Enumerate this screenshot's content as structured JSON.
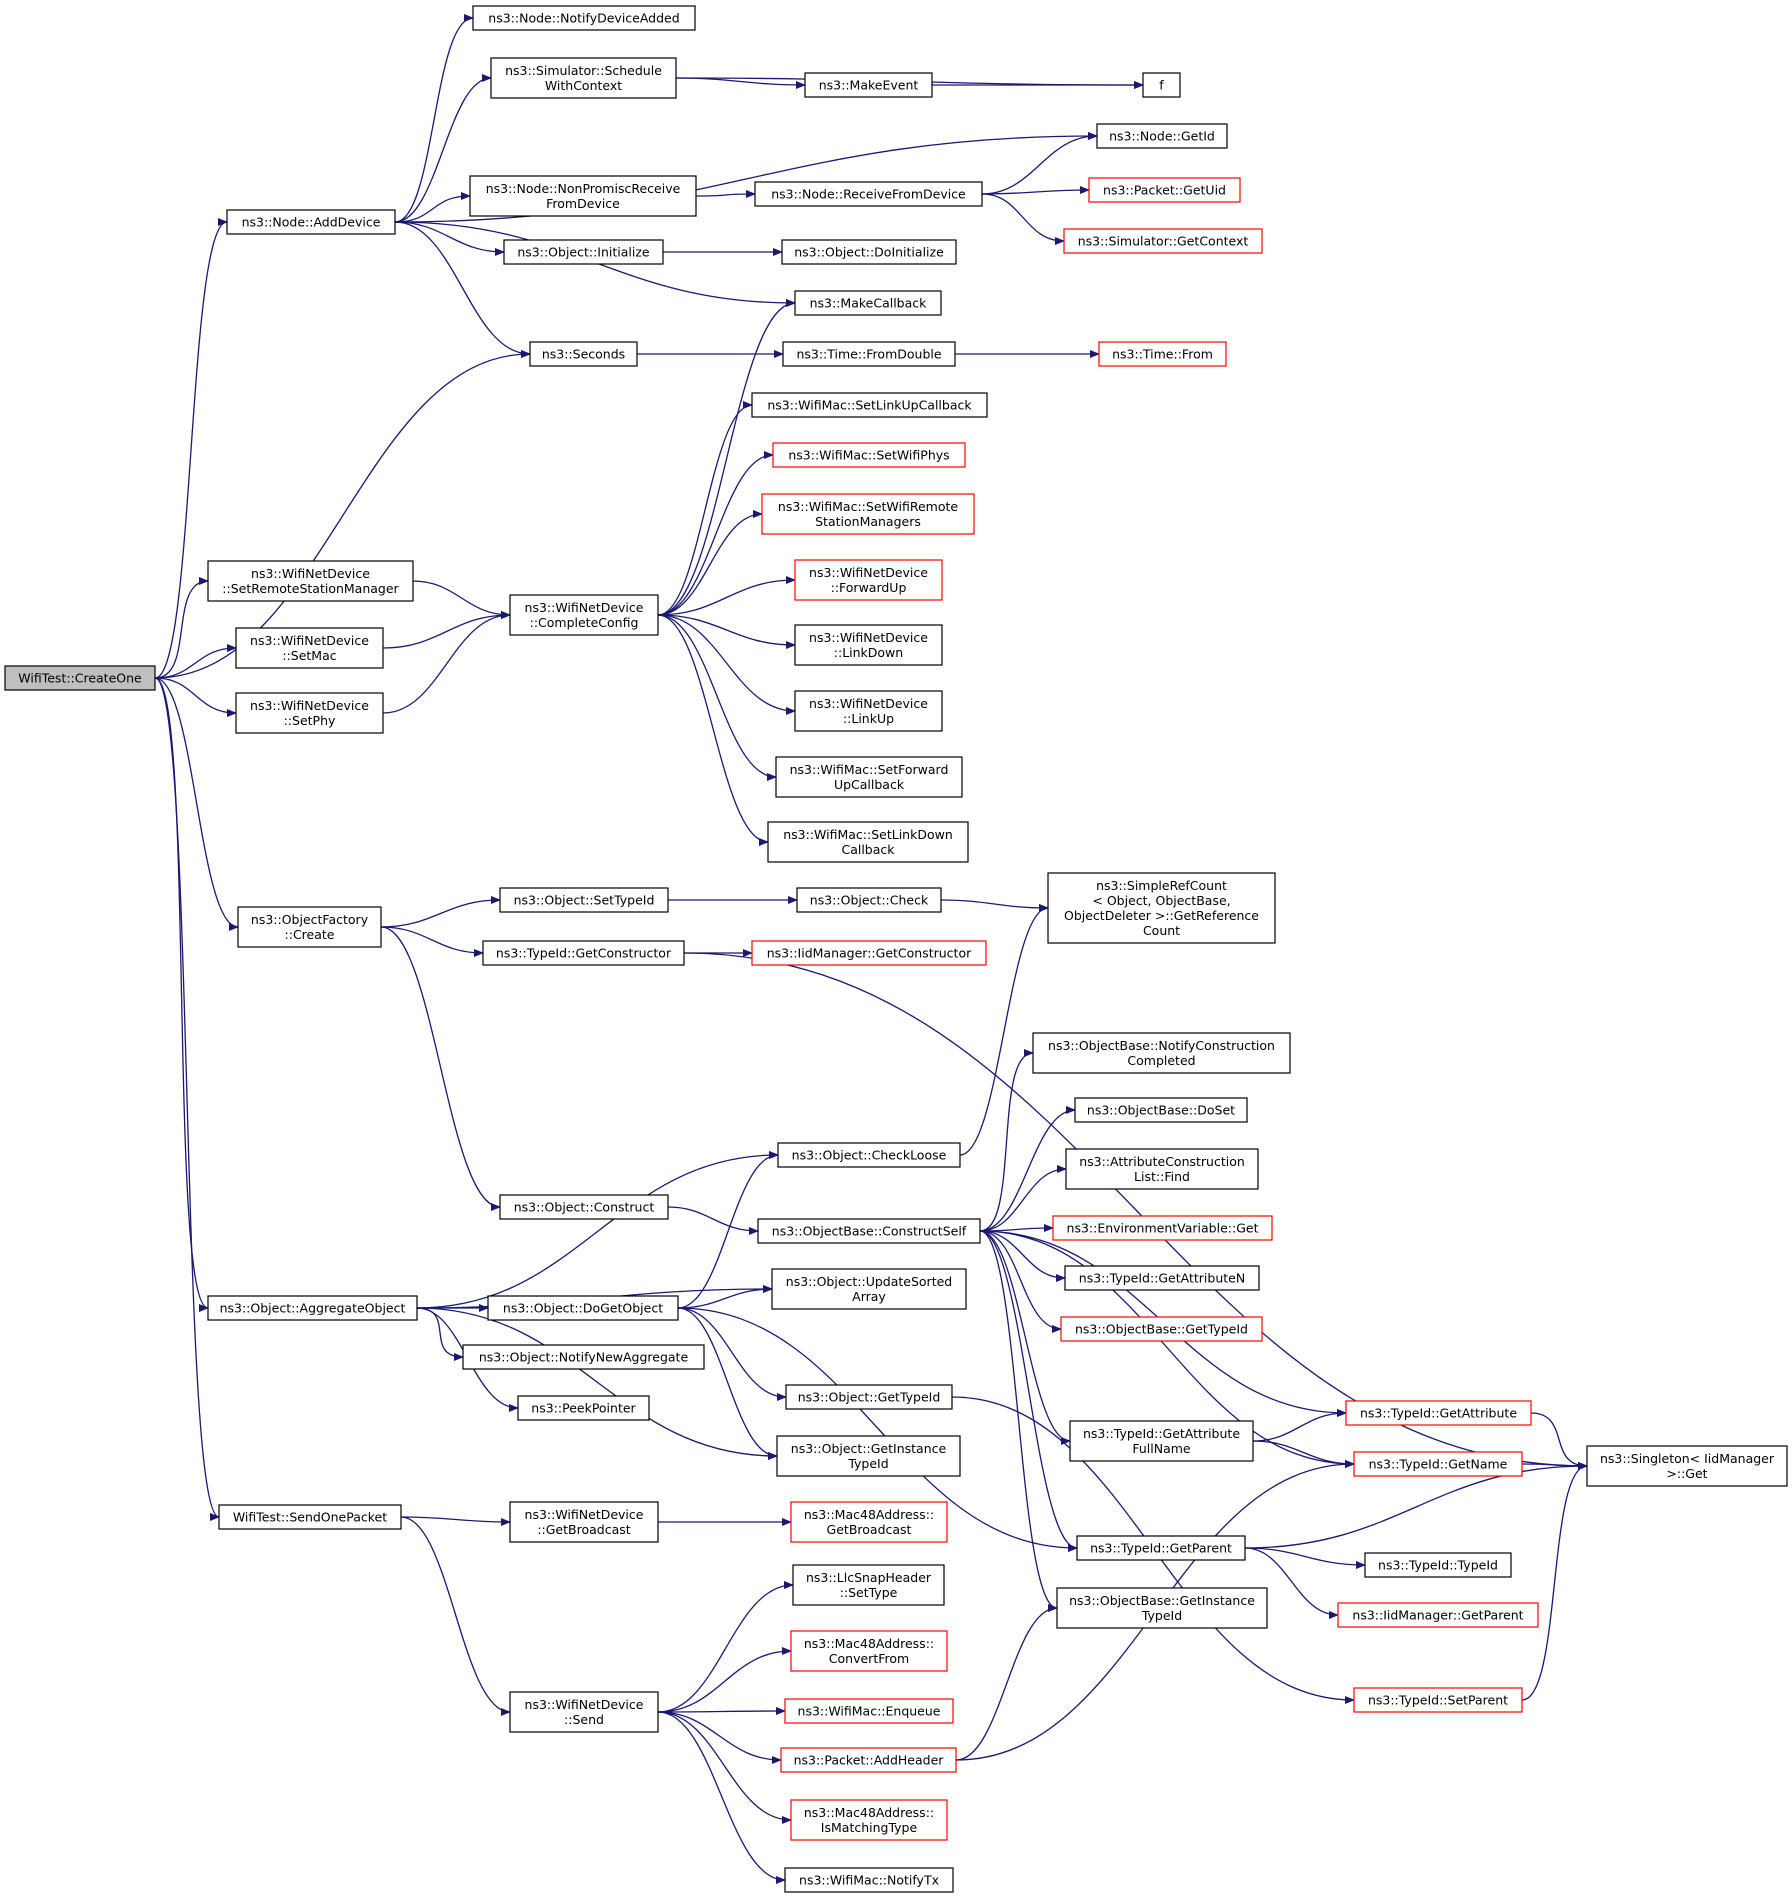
{
  "colors": {
    "edge": "#191970",
    "node_border": "#000000",
    "red_border": "#ff0000",
    "root_fill": "#bfbfbf"
  },
  "nodes": [
    {
      "id": "createone",
      "lines": [
        "WifiTest::CreateOne"
      ],
      "style": "root"
    },
    {
      "id": "adddevice",
      "lines": [
        "ns3::Node::AddDevice"
      ]
    },
    {
      "id": "setrsm",
      "lines": [
        "ns3::WifiNetDevice",
        "::SetRemoteStationManager"
      ]
    },
    {
      "id": "setmac",
      "lines": [
        "ns3::WifiNetDevice",
        "::SetMac"
      ]
    },
    {
      "id": "setphy",
      "lines": [
        "ns3::WifiNetDevice",
        "::SetPhy"
      ]
    },
    {
      "id": "ofcreate",
      "lines": [
        "ns3::ObjectFactory",
        "::Create"
      ]
    },
    {
      "id": "aggregate",
      "lines": [
        "ns3::Object::AggregateObject"
      ]
    },
    {
      "id": "sendone",
      "lines": [
        "WifiTest::SendOnePacket"
      ]
    },
    {
      "id": "notifydevadded",
      "lines": [
        "ns3::Node::NotifyDeviceAdded"
      ]
    },
    {
      "id": "schedulewc",
      "lines": [
        "ns3::Simulator::Schedule",
        "WithContext"
      ]
    },
    {
      "id": "nonpromisc",
      "lines": [
        "ns3::Node::NonPromiscReceive",
        "FromDevice"
      ]
    },
    {
      "id": "initialize",
      "lines": [
        "ns3::Object::Initialize"
      ]
    },
    {
      "id": "seconds",
      "lines": [
        "ns3::Seconds"
      ]
    },
    {
      "id": "completeconfig",
      "lines": [
        "ns3::WifiNetDevice",
        "::CompleteConfig"
      ]
    },
    {
      "id": "settypeid",
      "lines": [
        "ns3::Object::SetTypeId"
      ]
    },
    {
      "id": "getconstructor",
      "lines": [
        "ns3::TypeId::GetConstructor"
      ]
    },
    {
      "id": "construct",
      "lines": [
        "ns3::Object::Construct"
      ]
    },
    {
      "id": "dogetobject",
      "lines": [
        "ns3::Object::DoGetObject"
      ]
    },
    {
      "id": "notifynewagg",
      "lines": [
        "ns3::Object::NotifyNewAggregate"
      ]
    },
    {
      "id": "peekpointer",
      "lines": [
        "ns3::PeekPointer"
      ]
    },
    {
      "id": "getbroadcast",
      "lines": [
        "ns3::WifiNetDevice",
        "::GetBroadcast"
      ]
    },
    {
      "id": "send",
      "lines": [
        "ns3::WifiNetDevice",
        "::Send"
      ]
    },
    {
      "id": "makeevent",
      "lines": [
        "ns3::MakeEvent"
      ]
    },
    {
      "id": "receivefromdev",
      "lines": [
        "ns3::Node::ReceiveFromDevice"
      ]
    },
    {
      "id": "doinitialize",
      "lines": [
        "ns3::Object::DoInitialize"
      ]
    },
    {
      "id": "makecallback",
      "lines": [
        "ns3::MakeCallback"
      ]
    },
    {
      "id": "fromdouble",
      "lines": [
        "ns3::Time::FromDouble"
      ]
    },
    {
      "id": "setlinkupcb",
      "lines": [
        "ns3::WifiMac::SetLinkUpCallback"
      ]
    },
    {
      "id": "setwifiphys",
      "lines": [
        "ns3::WifiMac::SetWifiPhys"
      ],
      "style": "red"
    },
    {
      "id": "setwifirsm",
      "lines": [
        "ns3::WifiMac::SetWifiRemote",
        "StationManagers"
      ],
      "style": "red"
    },
    {
      "id": "forwardup",
      "lines": [
        "ns3::WifiNetDevice",
        "::ForwardUp"
      ],
      "style": "red"
    },
    {
      "id": "linkdown",
      "lines": [
        "ns3::WifiNetDevice",
        "::LinkDown"
      ]
    },
    {
      "id": "linkup",
      "lines": [
        "ns3::WifiNetDevice",
        "::LinkUp"
      ]
    },
    {
      "id": "setfwdupcb",
      "lines": [
        "ns3::WifiMac::SetForward",
        "UpCallback"
      ]
    },
    {
      "id": "setlinkdowncb",
      "lines": [
        "ns3::WifiMac::SetLinkDown",
        "Callback"
      ]
    },
    {
      "id": "objcheck",
      "lines": [
        "ns3::Object::Check"
      ]
    },
    {
      "id": "iidgetconstructor",
      "lines": [
        "ns3::IidManager::GetConstructor"
      ],
      "style": "red"
    },
    {
      "id": "checkloose",
      "lines": [
        "ns3::Object::CheckLoose"
      ]
    },
    {
      "id": "constructself",
      "lines": [
        "ns3::ObjectBase::ConstructSelf"
      ]
    },
    {
      "id": "updatesorted",
      "lines": [
        "ns3::Object::UpdateSorted",
        "Array"
      ]
    },
    {
      "id": "objgettypeid",
      "lines": [
        "ns3::Object::GetTypeId"
      ]
    },
    {
      "id": "objgetinsttypeid",
      "lines": [
        "ns3::Object::GetInstance",
        "TypeId"
      ]
    },
    {
      "id": "macgetbroadcast",
      "lines": [
        "ns3::Mac48Address::",
        "GetBroadcast"
      ],
      "style": "red"
    },
    {
      "id": "llcsettype",
      "lines": [
        "ns3::LlcSnapHeader",
        "::SetType"
      ]
    },
    {
      "id": "convertfrom",
      "lines": [
        "ns3::Mac48Address::",
        "ConvertFrom"
      ],
      "style": "red"
    },
    {
      "id": "enqueue",
      "lines": [
        "ns3::WifiMac::Enqueue"
      ],
      "style": "red"
    },
    {
      "id": "addheader",
      "lines": [
        "ns3::Packet::AddHeader"
      ],
      "style": "red"
    },
    {
      "id": "ismatching",
      "lines": [
        "ns3::Mac48Address::",
        "IsMatchingType"
      ],
      "style": "red"
    },
    {
      "id": "notifytx",
      "lines": [
        "ns3::WifiMac::NotifyTx"
      ]
    },
    {
      "id": "f",
      "lines": [
        "f"
      ]
    },
    {
      "id": "getid",
      "lines": [
        "ns3::Node::GetId"
      ]
    },
    {
      "id": "getuid",
      "lines": [
        "ns3::Packet::GetUid"
      ],
      "style": "red"
    },
    {
      "id": "getcontext",
      "lines": [
        "ns3::Simulator::GetContext"
      ],
      "style": "red"
    },
    {
      "id": "timefrom",
      "lines": [
        "ns3::Time::From"
      ],
      "style": "red"
    },
    {
      "id": "simplerefcount",
      "lines": [
        "ns3::SimpleRefCount",
        "< Object, ObjectBase,",
        "ObjectDeleter >::GetReference",
        "Count"
      ]
    },
    {
      "id": "notifyconstruction",
      "lines": [
        "ns3::ObjectBase::NotifyConstruction",
        "Completed"
      ]
    },
    {
      "id": "doset",
      "lines": [
        "ns3::ObjectBase::DoSet"
      ]
    },
    {
      "id": "attrfind",
      "lines": [
        "ns3::AttributeConstruction",
        "List::Find"
      ]
    },
    {
      "id": "envget",
      "lines": [
        "ns3::EnvironmentVariable::Get"
      ],
      "style": "red"
    },
    {
      "id": "getattributen",
      "lines": [
        "ns3::TypeId::GetAttributeN"
      ]
    },
    {
      "id": "obgettypeid",
      "lines": [
        "ns3::ObjectBase::GetTypeId"
      ],
      "style": "red"
    },
    {
      "id": "getattribute",
      "lines": [
        "ns3::TypeId::GetAttribute"
      ],
      "style": "red"
    },
    {
      "id": "getattrfullname",
      "lines": [
        "ns3::TypeId::GetAttribute",
        "FullName"
      ]
    },
    {
      "id": "getname",
      "lines": [
        "ns3::TypeId::GetName"
      ],
      "style": "red"
    },
    {
      "id": "getparent",
      "lines": [
        "ns3::TypeId::GetParent"
      ]
    },
    {
      "id": "obgetinsttypeid",
      "lines": [
        "ns3::ObjectBase::GetInstance",
        "TypeId"
      ]
    },
    {
      "id": "typeidtypeid",
      "lines": [
        "ns3::TypeId::TypeId"
      ]
    },
    {
      "id": "iidgetparent",
      "lines": [
        "ns3::IidManager::GetParent"
      ],
      "style": "red"
    },
    {
      "id": "setparent",
      "lines": [
        "ns3::TypeId::SetParent"
      ],
      "style": "red"
    },
    {
      "id": "singletonget",
      "lines": [
        "ns3::Singleton< IidManager",
        ">::Get"
      ]
    }
  ],
  "edges": [
    [
      "createone",
      "adddevice"
    ],
    [
      "createone",
      "seconds"
    ],
    [
      "createone",
      "setrsm"
    ],
    [
      "createone",
      "setmac"
    ],
    [
      "createone",
      "setphy"
    ],
    [
      "createone",
      "ofcreate"
    ],
    [
      "createone",
      "aggregate"
    ],
    [
      "createone",
      "sendone"
    ],
    [
      "adddevice",
      "notifydevadded"
    ],
    [
      "adddevice",
      "schedulewc"
    ],
    [
      "adddevice",
      "getid"
    ],
    [
      "adddevice",
      "nonpromisc"
    ],
    [
      "adddevice",
      "initialize"
    ],
    [
      "adddevice",
      "makecallback"
    ],
    [
      "adddevice",
      "seconds"
    ],
    [
      "schedulewc",
      "f"
    ],
    [
      "schedulewc",
      "makeevent"
    ],
    [
      "makeevent",
      "f"
    ],
    [
      "nonpromisc",
      "receivefromdev"
    ],
    [
      "receivefromdev",
      "getid"
    ],
    [
      "receivefromdev",
      "getuid"
    ],
    [
      "receivefromdev",
      "getcontext"
    ],
    [
      "initialize",
      "doinitialize"
    ],
    [
      "seconds",
      "fromdouble"
    ],
    [
      "fromdouble",
      "timefrom"
    ],
    [
      "setrsm",
      "completeconfig"
    ],
    [
      "setmac",
      "completeconfig"
    ],
    [
      "setphy",
      "completeconfig"
    ],
    [
      "completeconfig",
      "makecallback"
    ],
    [
      "completeconfig",
      "setlinkupcb"
    ],
    [
      "completeconfig",
      "setwifiphys"
    ],
    [
      "completeconfig",
      "setwifirsm"
    ],
    [
      "completeconfig",
      "forwardup"
    ],
    [
      "completeconfig",
      "linkdown"
    ],
    [
      "completeconfig",
      "linkup"
    ],
    [
      "completeconfig",
      "setfwdupcb"
    ],
    [
      "completeconfig",
      "setlinkdowncb"
    ],
    [
      "ofcreate",
      "settypeid"
    ],
    [
      "ofcreate",
      "getconstructor"
    ],
    [
      "ofcreate",
      "construct"
    ],
    [
      "settypeid",
      "objcheck"
    ],
    [
      "objcheck",
      "simplerefcount"
    ],
    [
      "getconstructor",
      "iidgetconstructor"
    ],
    [
      "getconstructor",
      "singletonget"
    ],
    [
      "aggregate",
      "checkloose"
    ],
    [
      "aggregate",
      "updatesorted"
    ],
    [
      "aggregate",
      "dogetobject"
    ],
    [
      "aggregate",
      "notifynewagg"
    ],
    [
      "aggregate",
      "peekpointer"
    ],
    [
      "aggregate",
      "objgetinsttypeid"
    ],
    [
      "checkloose",
      "simplerefcount"
    ],
    [
      "construct",
      "constructself"
    ],
    [
      "dogetobject",
      "checkloose"
    ],
    [
      "dogetobject",
      "updatesorted"
    ],
    [
      "dogetobject",
      "objgettypeid"
    ],
    [
      "dogetobject",
      "objgetinsttypeid"
    ],
    [
      "dogetobject",
      "getparent"
    ],
    [
      "objgettypeid",
      "setparent"
    ],
    [
      "constructself",
      "notifyconstruction"
    ],
    [
      "constructself",
      "doset"
    ],
    [
      "constructself",
      "attrfind"
    ],
    [
      "constructself",
      "envget"
    ],
    [
      "constructself",
      "getattributen"
    ],
    [
      "constructself",
      "obgettypeid"
    ],
    [
      "constructself",
      "getattribute"
    ],
    [
      "constructself",
      "getattrfullname"
    ],
    [
      "constructself",
      "getname"
    ],
    [
      "constructself",
      "getparent"
    ],
    [
      "constructself",
      "obgetinsttypeid"
    ],
    [
      "getattrfullname",
      "getattribute"
    ],
    [
      "getattrfullname",
      "getname"
    ],
    [
      "getattribute",
      "singletonget"
    ],
    [
      "getname",
      "singletonget"
    ],
    [
      "getparent",
      "singletonget"
    ],
    [
      "getparent",
      "typeidtypeid"
    ],
    [
      "getparent",
      "iidgetparent"
    ],
    [
      "setparent",
      "singletonget"
    ],
    [
      "sendone",
      "getbroadcast"
    ],
    [
      "sendone",
      "send"
    ],
    [
      "getbroadcast",
      "macgetbroadcast"
    ],
    [
      "send",
      "llcsettype"
    ],
    [
      "send",
      "convertfrom"
    ],
    [
      "send",
      "enqueue"
    ],
    [
      "send",
      "addheader"
    ],
    [
      "send",
      "ismatching"
    ],
    [
      "send",
      "notifytx"
    ],
    [
      "addheader",
      "obgetinsttypeid"
    ],
    [
      "addheader",
      "getname"
    ]
  ]
}
